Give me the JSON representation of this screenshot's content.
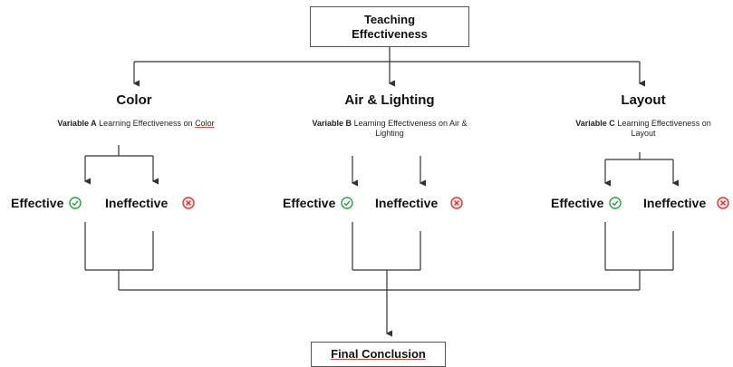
{
  "root": {
    "title_line1": "Teaching",
    "title_line2": "Effectiveness"
  },
  "branches": [
    {
      "heading": "Color",
      "variable_label": "Variable A",
      "variable_text": "Learning Effectiveness on",
      "variable_subject": "Color",
      "effective_label": "Effective",
      "ineffective_label": "Ineffective"
    },
    {
      "heading": "Air & Lighting",
      "variable_label": "Variable B",
      "variable_text": "Learning Effectiveness on Air &",
      "variable_subject": "Lighting",
      "effective_label": "Effective",
      "ineffective_label": "Ineffective"
    },
    {
      "heading": "Layout",
      "variable_label": "Variable C",
      "variable_text": "Learning Effectiveness on",
      "variable_subject": "Layout",
      "effective_label": "Effective",
      "ineffective_label": "Ineffective"
    }
  ],
  "conclusion": {
    "label": "Final Conclusion"
  },
  "colors": {
    "effective_icon": "#2e9e45",
    "ineffective_icon": "#d23a3a",
    "line": "#333333"
  },
  "icons": {
    "effective": "check-circle-icon",
    "ineffective": "x-circle-icon"
  }
}
